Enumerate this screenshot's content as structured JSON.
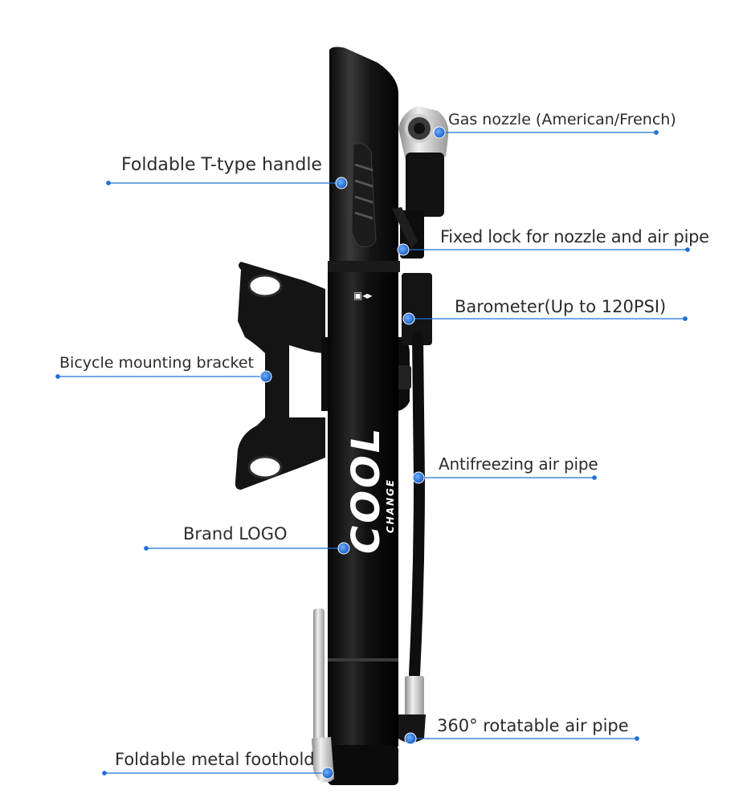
{
  "callouts": {
    "nozzle": "Gas nozzle (American/French)",
    "handle": "Foldable T-type handle",
    "lock": "Fixed lock for nozzle and air pipe",
    "barometer": "Barometer(Up to 120PSI)",
    "bracket": "Bicycle mounting bracket",
    "pipe": "Antifreezing air pipe",
    "logo": "Brand LOGO",
    "rotatable": "360° rotatable air pipe",
    "foothold": "Foldable metal foothold"
  },
  "brand": {
    "logo_main": "COOL",
    "logo_sub": "CHANGE"
  },
  "colors": {
    "callout_line": "#1f6fd6",
    "pump_body": "#111111",
    "background": "#ffffff"
  }
}
